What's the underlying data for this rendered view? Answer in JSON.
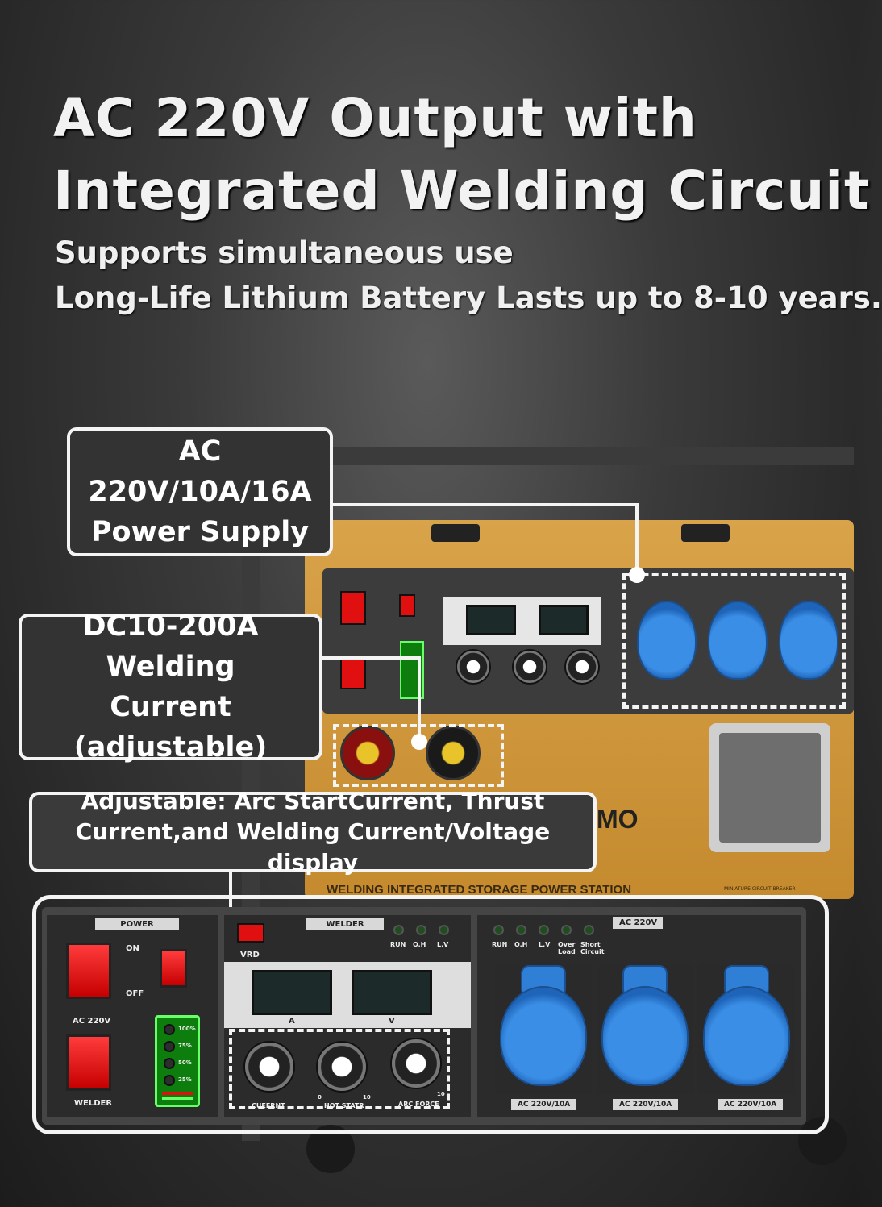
{
  "headline": {
    "line1": "AC 220V Output with",
    "line2": "Integrated Welding Circuit"
  },
  "subhead": {
    "line1": "Supports simultaneous use",
    "line2": "Long-Life Lithium Battery Lasts up to 8-10 years."
  },
  "callouts": {
    "power_supply": {
      "line1": "AC 220V/10A/16A",
      "line2": "Power Supply"
    },
    "welding_current": {
      "line1": "DC10-200A Welding",
      "line2": "Current (adjustable)"
    },
    "adjustable": {
      "line1": "Adjustable: Arc StartCurrent, Thrust",
      "line2": "Current,and Welding Current/Voltage display"
    }
  },
  "machine": {
    "brand_partial": "MO",
    "product_line": "WELDING INTEGRATED STORAGE POWER STATION",
    "breaker_label": "MINIATURE CIRCUIT BREAKER"
  },
  "panel": {
    "power_section": {
      "title": "POWER",
      "on": "ON",
      "off": "OFF",
      "ac_label": "AC 220V",
      "welder_label": "WELDER",
      "battery_levels": [
        "100%",
        "75%",
        "50%",
        "25%"
      ]
    },
    "welder_section": {
      "title": "WELDER",
      "vrd": "VRD",
      "indicators": [
        "RUN",
        "O.H",
        "L.V"
      ],
      "display_a": "A",
      "display_v": "V",
      "knobs": [
        "CUEERNT",
        "HOT STATR",
        "ARC FORCE"
      ],
      "scale_min": "0",
      "scale_max": "10"
    },
    "ac_section": {
      "title": "AC 220V",
      "indicators": [
        "RUN",
        "O.H",
        "L.V",
        "Over Load",
        "Short Circuit"
      ],
      "sockets": [
        "AC 220V/10A",
        "AC 220V/10A",
        "AC 220V/10A"
      ]
    }
  },
  "colors": {
    "machine_body": "#d9a34a",
    "callout_bg": "#333333",
    "callout_border": "#f4f4f4",
    "socket_blue": "#2f7fd6",
    "switch_red": "#e01010",
    "battery_green": "#66ff66"
  }
}
